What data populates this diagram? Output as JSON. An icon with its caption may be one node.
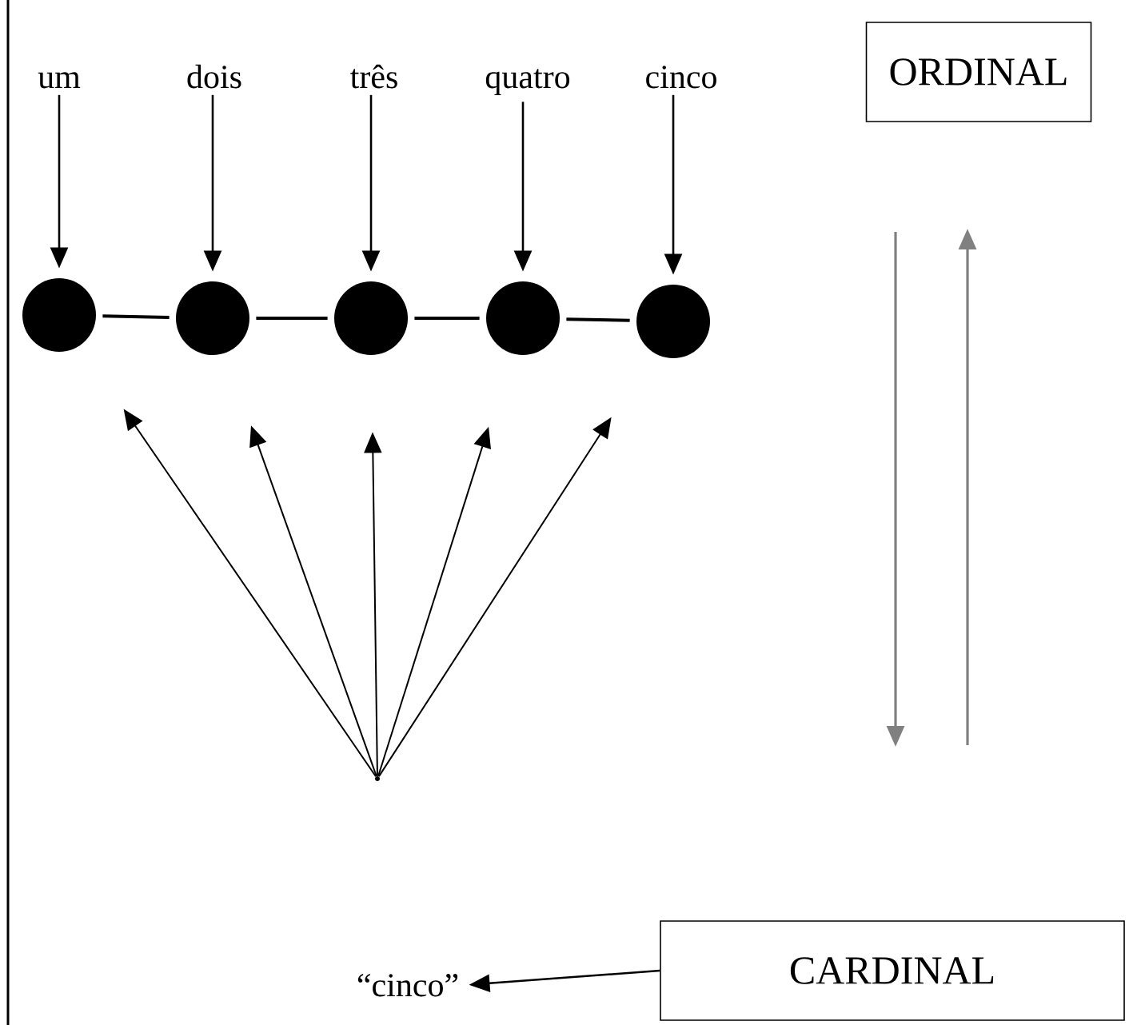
{
  "diagram": {
    "nodes": [
      {
        "text": [
          "um"
        ]
      },
      {
        "text": [
          "dois"
        ]
      },
      {
        "text": [
          "três"
        ]
      },
      {
        "text": [
          "quatro"
        ]
      },
      {
        "text": [
          "cinco"
        ]
      },
      {
        "text": [],
        "shape": "circle"
      },
      {
        "text": [],
        "shape": "circle"
      },
      {
        "text": [],
        "shape": "circle"
      },
      {
        "text": [],
        "shape": "circle"
      },
      {
        "text": [],
        "shape": "circle"
      },
      {
        "text": [
          "ORDINAL"
        ]
      },
      {
        "text": [
          "CARDINAL"
        ]
      },
      {
        "text": [
          "“cinco”"
        ]
      },
      {
        "text": [],
        "shape": "point"
      }
    ],
    "edges": [
      {
        "from": 0,
        "to": 5,
        "arrow": "to"
      },
      {
        "from": 1,
        "to": 6,
        "arrow": "to"
      },
      {
        "from": 2,
        "to": 7,
        "arrow": "to"
      },
      {
        "from": 3,
        "to": 8,
        "arrow": "to"
      },
      {
        "from": 4,
        "to": 9,
        "arrow": "to"
      },
      {
        "from": 5,
        "to": 6,
        "arrow": "none"
      },
      {
        "from": 6,
        "to": 7,
        "arrow": "none"
      },
      {
        "from": 7,
        "to": 8,
        "arrow": "none"
      },
      {
        "from": 8,
        "to": 9,
        "arrow": "none"
      },
      {
        "from": 13,
        "to": 5,
        "arrow": "to"
      },
      {
        "from": 13,
        "to": 6,
        "arrow": "to"
      },
      {
        "from": 13,
        "to": 7,
        "arrow": "to"
      },
      {
        "from": 13,
        "to": 8,
        "arrow": "to"
      },
      {
        "from": 13,
        "to": 9,
        "arrow": "to"
      },
      {
        "from": 11,
        "to": 12,
        "arrow": "to"
      }
    ]
  }
}
